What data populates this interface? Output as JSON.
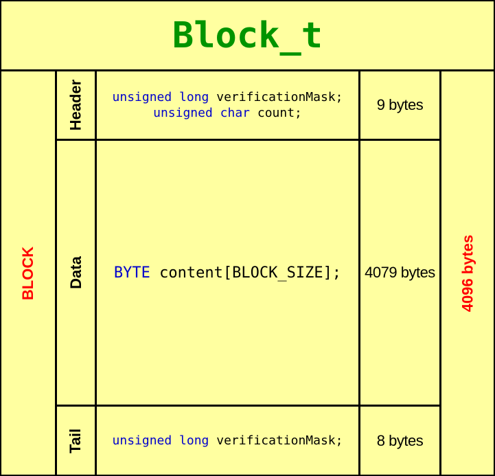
{
  "title": "Block_t",
  "block_label": "BLOCK",
  "total_size": "4096 bytes",
  "sections": {
    "header": {
      "label": "Header",
      "line1_type": "unsigned long",
      "line1_name": " verificationMask;",
      "line2_type": "unsigned char",
      "line2_name": " count;",
      "size": "9 bytes"
    },
    "data": {
      "label": "Data",
      "line1_type": "BYTE",
      "line1_name": " content[BLOCK_SIZE];",
      "size": "4079 bytes"
    },
    "tail": {
      "label": "Tail",
      "line1_type": "unsigned long",
      "line1_name": " verificationMask;",
      "size": "8 bytes"
    }
  },
  "colors": {
    "background": "#ffffa0",
    "title": "#009400",
    "keyword": "#0000cc",
    "accent": "#ff0000"
  }
}
